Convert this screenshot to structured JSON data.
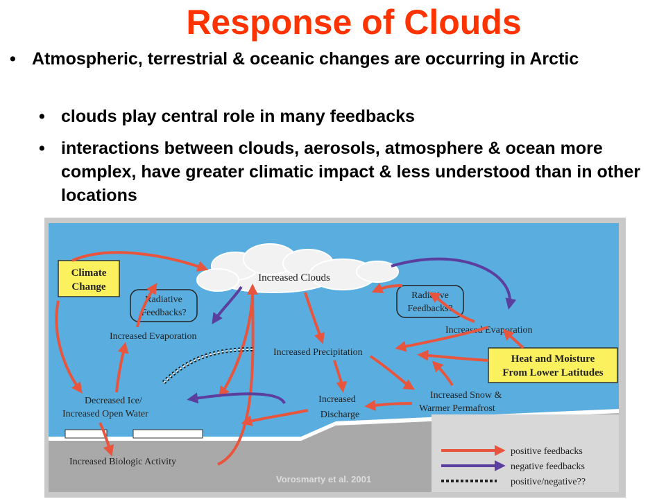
{
  "slide": {
    "title": "Response of Clouds",
    "title_color": "#ff3300",
    "bullets": [
      {
        "marker": "•",
        "text": "Atmospheric, terrestrial & oceanic changes are occurring in Arctic"
      },
      {
        "marker": "•",
        "text": "clouds play central role in many feedbacks"
      },
      {
        "marker": "•",
        "text": "interactions between clouds, aerosols, atmosphere & ocean more complex, have greater climatic impact & less understood than in other locations"
      }
    ]
  },
  "diagram": {
    "boxes": {
      "climate_change": [
        "Climate",
        "Change"
      ],
      "heat_moisture": [
        "Heat and Moisture",
        "From Lower Latitudes"
      ]
    },
    "nodes": {
      "increased_clouds": "Increased Clouds",
      "radiative_left": [
        "Radiative",
        "Feedbacks?"
      ],
      "radiative_right": [
        "Radiative",
        "Feedbacks?"
      ],
      "evap_left": "Increased Evaporation",
      "evap_right": "Increased Evaporation",
      "precip": "Increased Precipitation",
      "ice": [
        "Decreased Ice/",
        "Increased Open Water"
      ],
      "discharge": [
        "Increased",
        "Discharge"
      ],
      "snow": [
        "Increased Snow &",
        "Warmer Permafrost"
      ],
      "bio": "Increased Biologic Activity"
    },
    "legend": {
      "positive": "positive feedbacks",
      "negative": "negative feedbacks",
      "mixed": "positive/negative??"
    },
    "credit": "Vorosmarty et al. 2001",
    "colors": {
      "sky": "#5aaedf",
      "positive": "#e8553e",
      "negative": "#5b3e9e",
      "box_fill": "#fbf15f",
      "ground": "#a8a8a8"
    }
  }
}
